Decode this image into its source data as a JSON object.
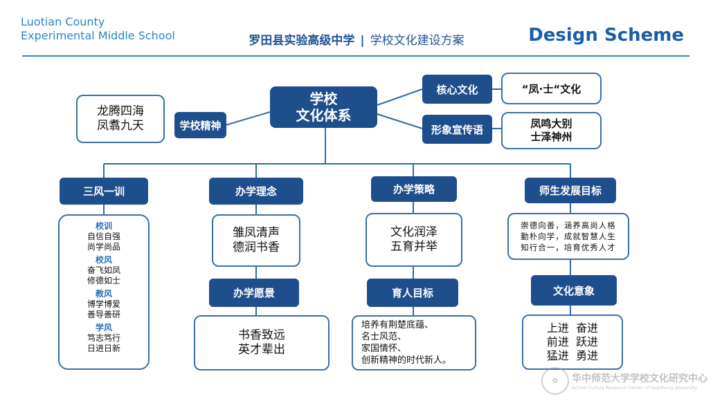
{
  "header": {
    "school_en_line1": "Luotian County",
    "school_en_line2": "Experimental Middle School",
    "title_main": "罗田县实验高级中学",
    "separator": "|",
    "title_sub": "学校文化建设方案",
    "scheme": "Design Scheme"
  },
  "center": {
    "line1": "学校",
    "line2": "文化体系"
  },
  "spirit": {
    "label": "学校精神",
    "line1": "龙腾四海",
    "line2": "凤翥九天"
  },
  "core": {
    "label": "核心文化",
    "value": "“凤·士“文化"
  },
  "slogan": {
    "label": "形象宣传语",
    "line1": "凤鸣大别",
    "line2": "士泽神州"
  },
  "branches": {
    "motto": {
      "label": "三风一训",
      "groups": [
        {
          "title": "校训",
          "l1": "自信自强",
          "l2": "尚学尚品"
        },
        {
          "title": "校风",
          "l1": "奋飞如凤",
          "l2": "修德如士"
        },
        {
          "title": "教风",
          "l1": "博学博爱",
          "l2": "善导善研"
        },
        {
          "title": "学风",
          "l1": "笃志笃行",
          "l2": "日进日新"
        }
      ]
    },
    "philosophy": {
      "label": "办学理念",
      "line1": "雏凤清声",
      "line2": "德润书香"
    },
    "vision": {
      "label": "办学愿景",
      "line1": "书香致远",
      "line2": "英才辈出"
    },
    "strategy": {
      "label": "办学策略",
      "line1": "文化润泽",
      "line2": "五育并举"
    },
    "goal": {
      "label": "育人目标",
      "lines": [
        "培养有荆楚底蕴、",
        "名士风范、",
        "家国情怀、",
        "创新精神的时代新人。"
      ]
    },
    "development": {
      "label": "师生发展目标",
      "lines": [
        "崇德向善，涵养高尚人格",
        "勤朴向学，成就智慧人生",
        "知行合一，培育优秀人才"
      ]
    },
    "imagery": {
      "label": "文化意象",
      "lines": [
        "上进  奋进",
        "前进  跃进",
        "猛进  勇进"
      ]
    }
  },
  "watermark": {
    "title": "华中师范大学学校文化研究中心",
    "subtitle": "School Culture Research Center of Huazhong University"
  },
  "colors": {
    "dark_box": "#1f4e8c",
    "border": "#3a6fa8",
    "accent": "#2a86c6"
  }
}
